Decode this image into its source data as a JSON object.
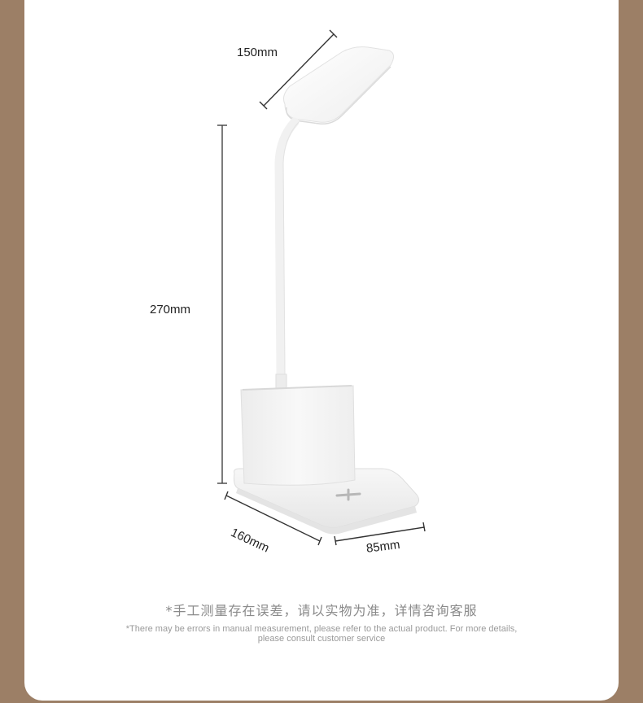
{
  "colors": {
    "frame": "#9c7f66",
    "card": "#ffffff",
    "dimension_line": "#333333",
    "note_text": "#8a8a8a"
  },
  "product": {
    "name": "desk lamp with pen holder and wireless charging base",
    "charging_icon": "plus-icon"
  },
  "dimensions": {
    "head_width": "150mm",
    "height": "270mm",
    "base_length": "160mm",
    "base_depth": "85mm"
  },
  "notes": {
    "chinese": "*手工测量存在误差，请以实物为准，详情咨询客服",
    "english_line1": "*There may be errors in manual measurement, please refer to the actual product. For more details,",
    "english_line2": "please consult customer service"
  }
}
